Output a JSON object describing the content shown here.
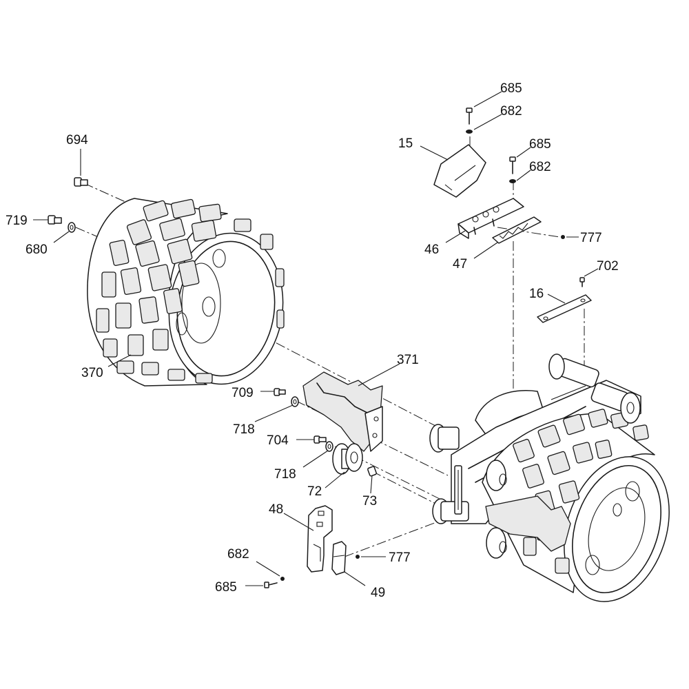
{
  "callouts": [
    {
      "id": "c685a",
      "text": "685"
    },
    {
      "id": "c682a",
      "text": "682"
    },
    {
      "id": "c15",
      "text": "15"
    },
    {
      "id": "c685b",
      "text": "685"
    },
    {
      "id": "c682b",
      "text": "682"
    },
    {
      "id": "c694",
      "text": "694"
    },
    {
      "id": "c719",
      "text": "719"
    },
    {
      "id": "c680",
      "text": "680"
    },
    {
      "id": "c46",
      "text": "46"
    },
    {
      "id": "c777a",
      "text": "777"
    },
    {
      "id": "c47",
      "text": "47"
    },
    {
      "id": "c702",
      "text": "702"
    },
    {
      "id": "c16",
      "text": "16"
    },
    {
      "id": "c370",
      "text": "370"
    },
    {
      "id": "c371",
      "text": "371"
    },
    {
      "id": "c709",
      "text": "709"
    },
    {
      "id": "c718a",
      "text": "718"
    },
    {
      "id": "c704",
      "text": "704"
    },
    {
      "id": "c718b",
      "text": "718"
    },
    {
      "id": "c72",
      "text": "72"
    },
    {
      "id": "c73",
      "text": "73"
    },
    {
      "id": "c48",
      "text": "48"
    },
    {
      "id": "c777b",
      "text": "777"
    },
    {
      "id": "c682c",
      "text": "682"
    },
    {
      "id": "c685c",
      "text": "685"
    },
    {
      "id": "c49",
      "text": "49"
    }
  ]
}
